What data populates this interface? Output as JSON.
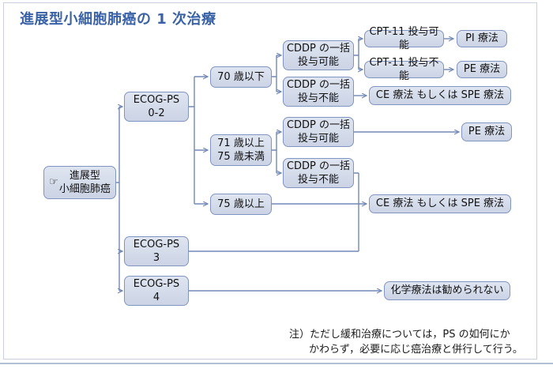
{
  "header": {
    "title": "進展型小細胞肺癌の 1 次治療"
  },
  "diagram": {
    "type": "flowchart",
    "root_icon": "☞",
    "nodes": {
      "root": {
        "label": "進展型\n小細胞肺癌"
      },
      "ecog02": {
        "label": "ECOG-PS\n0-2"
      },
      "ecog3": {
        "label": "ECOG-PS\n3"
      },
      "ecog4": {
        "label": "ECOG-PS\n4"
      },
      "age70": {
        "label": "70 歳以下"
      },
      "age7175": {
        "label": "71 歳以上\n75 歳未満"
      },
      "age75": {
        "label": "75 歳以上"
      },
      "cddp1y": {
        "label": "CDDP の一括\n投与可能"
      },
      "cddp1n": {
        "label": "CDDP の一括\n投与不能"
      },
      "cddp2y": {
        "label": "CDDP の一括\n投与可能"
      },
      "cddp2n": {
        "label": "CDDP の一括\n投与不能"
      },
      "cpt11y": {
        "label": "CPT-11 投与可能"
      },
      "cpt11n": {
        "label": "CPT-11 投与不能"
      },
      "pi": {
        "label": "PI 療法"
      },
      "pe1": {
        "label": "PE 療法"
      },
      "pe2": {
        "label": "PE 療法"
      },
      "ce1": {
        "label": "CE 療法 もしくは SPE 療法"
      },
      "ce2": {
        "label": "CE 療法 もしくは SPE 療法"
      },
      "chemo": {
        "label": "化学療法は勧められない"
      }
    },
    "edges": [
      "root → ECOG-PS 0-2 / 3 / 4",
      "ECOG-PS 0-2 → 70歳以下 / 71歳以上75歳未満 / 75歳以上",
      "70歳以下 → CDDPの一括投与可能 / 投与不能",
      "CDDPの一括投与可能 → CPT-11投与可能 / 投与不能",
      "CPT-11投与可能 → PI療法",
      "CPT-11投与不能 → PE療法",
      "CDDPの一括投与不能 → CE療法もしくはSPE療法",
      "71歳以上75歳未満 → CDDPの一括投与可能 → PE療法",
      "71歳以上75歳未満 → CDDPの一括投与不能 → CE療法もしくはSPE療法",
      "75歳以上 → CE療法もしくはSPE療法",
      "ECOG-PS 3 → CE療法もしくはSPE療法",
      "ECOG-PS 4 → 化学療法は勧められない"
    ]
  },
  "footnote": {
    "line1": "注）ただし緩和治療については，PS の如何にか",
    "line2": "かわらず，必要に応じ癌治療と併行して行う。"
  },
  "colors": {
    "title": "#3a62a6",
    "box_fill_top": "#dfe5f0",
    "box_fill_bottom": "#cbd3e5",
    "box_border": "#8095c2",
    "connector": "#7289b7",
    "frame_border": "#c9d1de",
    "bottom_rule": "#b2bfd4"
  }
}
